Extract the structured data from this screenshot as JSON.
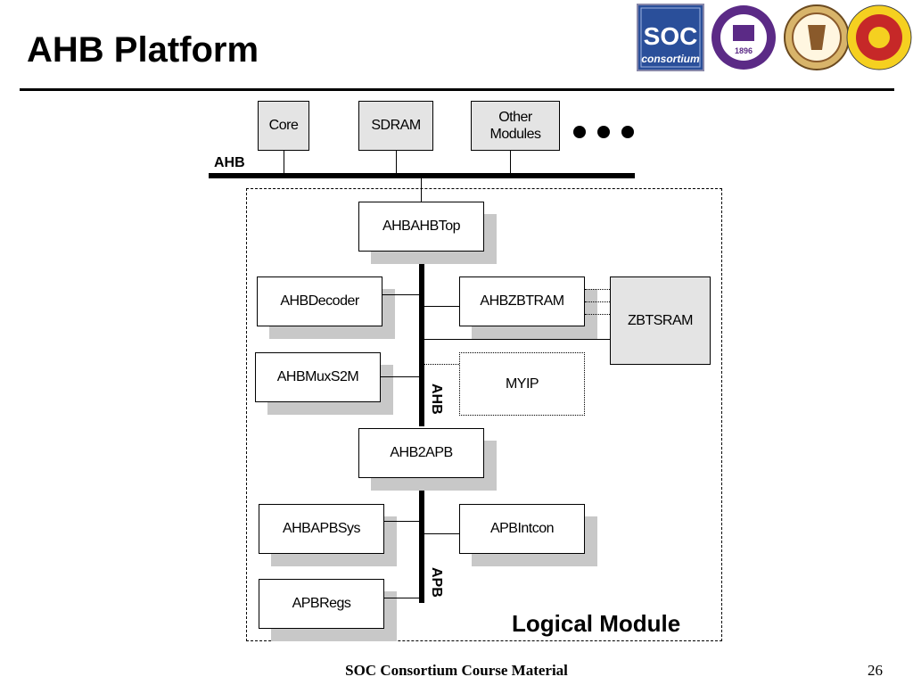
{
  "page": {
    "title": "AHB Platform",
    "footer": "SOC Consortium Course Material",
    "page_number": "26"
  },
  "logos": [
    {
      "name": "soc-consortium-logo",
      "text": "SOC",
      "subtext": "consortium",
      "color": "#2a4f9a"
    },
    {
      "name": "university-seal-purple",
      "text": "1896",
      "color": "#5b2a86"
    },
    {
      "name": "university-seal-brown",
      "color": "#8a5a2b"
    },
    {
      "name": "university-seal-red",
      "color": "#c62828"
    }
  ],
  "diagram": {
    "top_bus_label": "AHB",
    "top_modules": [
      "Core",
      "SDRAM",
      "Other\nModules"
    ],
    "region_label": "Logical Module",
    "inner_bus_ahb": "AHB",
    "inner_bus_apb": "APB",
    "modules": {
      "ahbahbtop": "AHBAHBTop",
      "ahbdecoder": "AHBDecoder",
      "ahbzbtram": "AHBZBTRAM",
      "zbtsram": "ZBTSRAM",
      "ahbmuxs2m": "AHBMuxS2M",
      "myip": "MYIP",
      "ahb2apb": "AHB2APB",
      "ahbapbsys": "AHBAPBSys",
      "apbintcon": "APBIntcon",
      "apbregs": "APBRegs"
    }
  },
  "colors": {
    "shadow": "#c8c8c8",
    "gray_box": "#e4e4e4",
    "line": "#000000"
  }
}
